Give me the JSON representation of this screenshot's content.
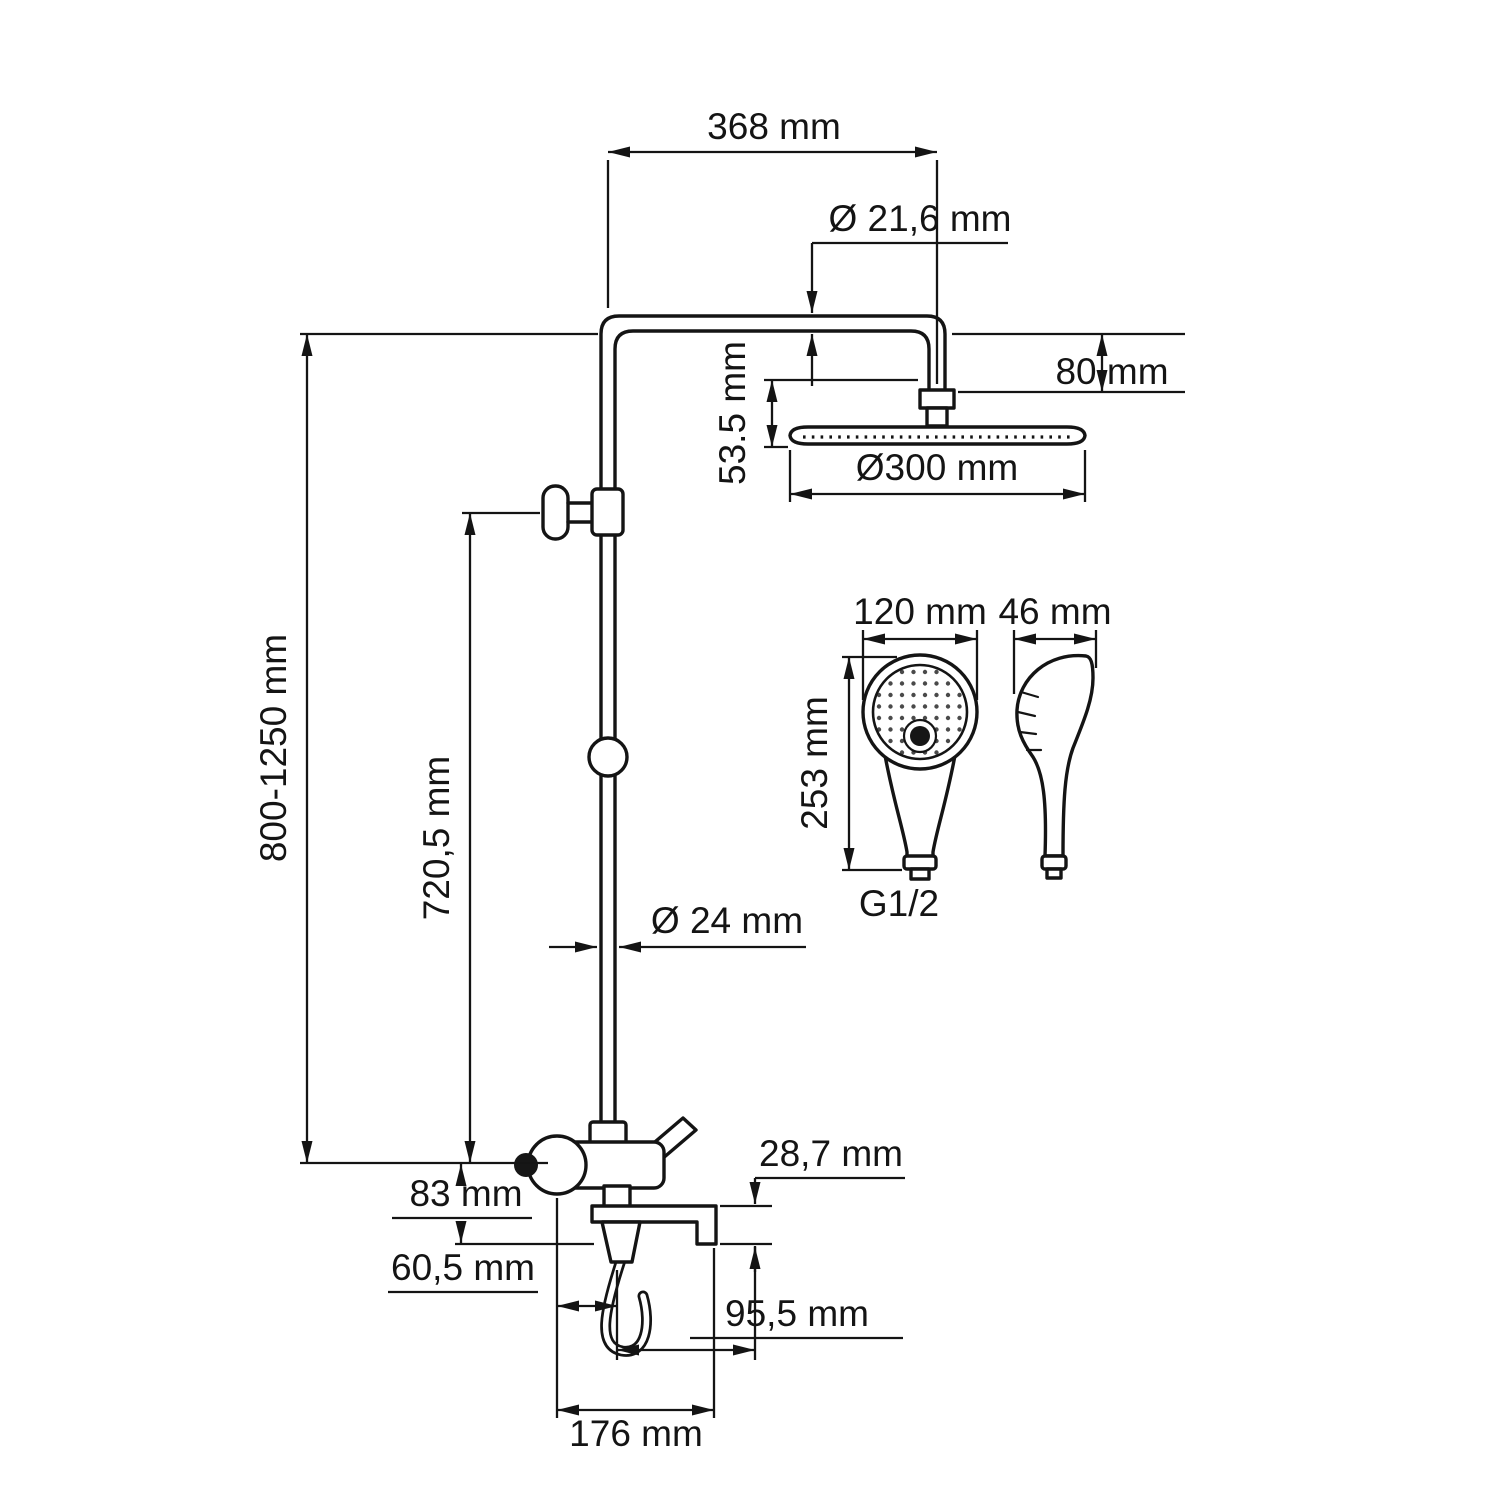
{
  "page": {
    "background_color": "#ffffff",
    "line_color": "#141414"
  },
  "labels": {
    "dim_arm_length": "368 mm",
    "dim_arm_pipe_diameter": "Ø 21,6 mm",
    "dim_head_offset": "80 mm",
    "dim_head_height": "53.5 mm",
    "dim_head_diameter": "Ø300 mm",
    "dim_handshower_width": "120 mm",
    "dim_handshower_depth": "46 mm",
    "dim_handshower_length": "253 mm",
    "thread_size": "G1/2",
    "dim_column_height": "800-1250 mm",
    "dim_bracket_height": "720,5 mm",
    "dim_pipe_diameter": "Ø 24 mm",
    "dim_spout_drop": "28,7 mm",
    "dim_mixer_height": "83 mm",
    "dim_holder_offset": "60,5 mm",
    "dim_spout_reach": "95,5 mm",
    "dim_mixer_width": "176 mm"
  }
}
